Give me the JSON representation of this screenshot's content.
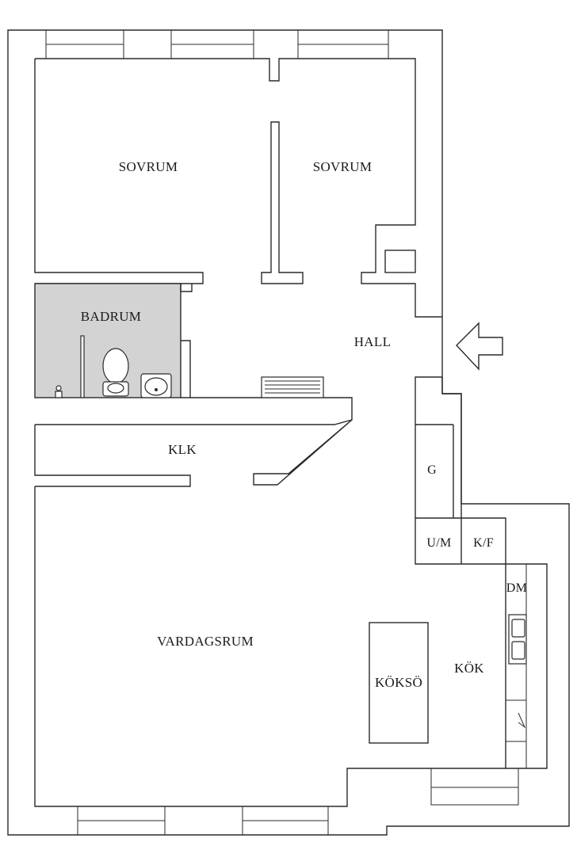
{
  "rooms": {
    "sovrum_1": "SOVRUM",
    "sovrum_2": "SOVRUM",
    "badrum": "BADRUM",
    "hall": "HALL",
    "klk": "KLK",
    "g": "G",
    "um": "U/M",
    "kf": "K/F",
    "dm": "DM",
    "vardagsrum": "VARDAGSRUM",
    "koksö": "KÖKSÖ",
    "kok": "KÖK"
  },
  "colors": {
    "wall": "#2a2a2a",
    "bathroom_fill": "#d3d3d3",
    "background": "#ffffff"
  },
  "icons": {
    "entrance": "entrance-arrow-icon"
  }
}
